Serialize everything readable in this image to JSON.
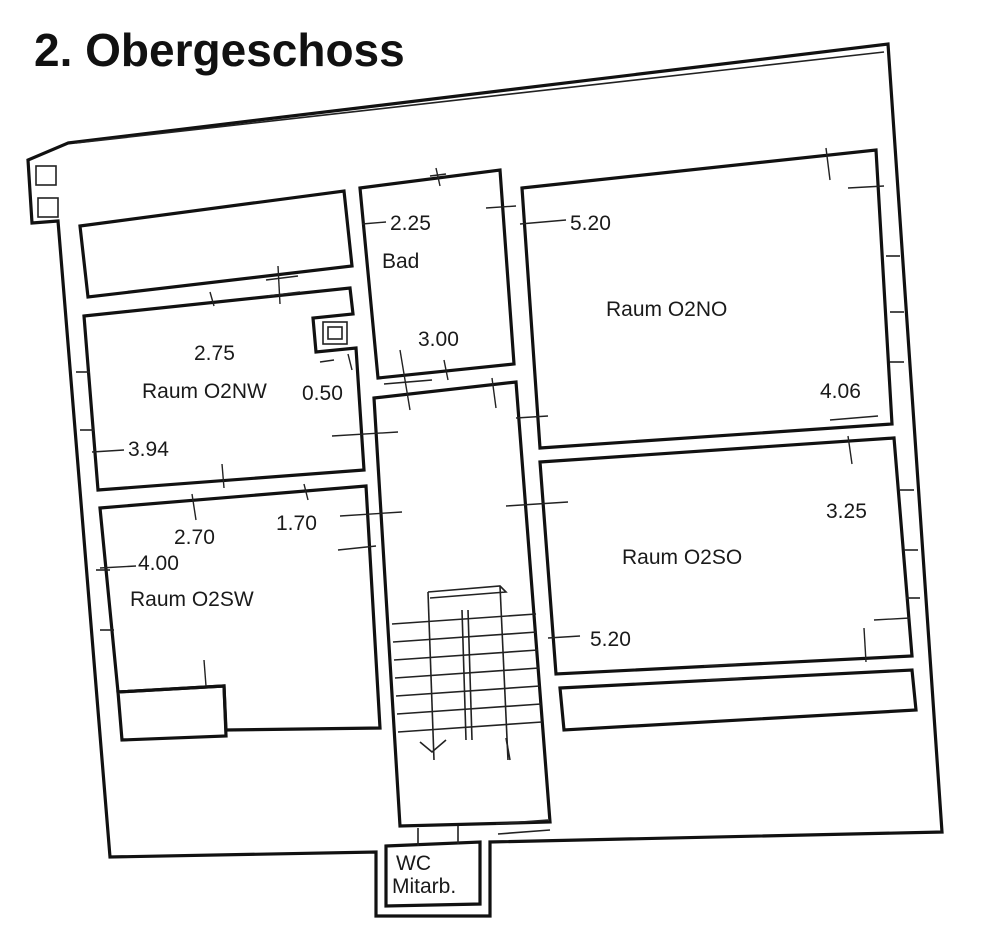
{
  "title": "2. Obergeschoss",
  "rooms": {
    "bad": "Bad",
    "o2nw": "Raum O2NW",
    "o2no": "Raum O2NO",
    "o2sw": "Raum O2SW",
    "o2so": "Raum O2SO",
    "wc_line1": "WC",
    "wc_line2": "Mitarb."
  },
  "dimensions": {
    "bad_width": "2.25",
    "bad_depth": "3.00",
    "o2no_width": "5.20",
    "o2no_depth": "4.06",
    "o2nw_width": "2.75",
    "o2nw_niche": "0.50",
    "o2nw_depth": "3.94",
    "o2sw_width_a": "2.70",
    "o2sw_width_b": "1.70",
    "o2sw_depth": "4.00",
    "o2so_depth": "3.25",
    "o2so_width": "5.20"
  }
}
